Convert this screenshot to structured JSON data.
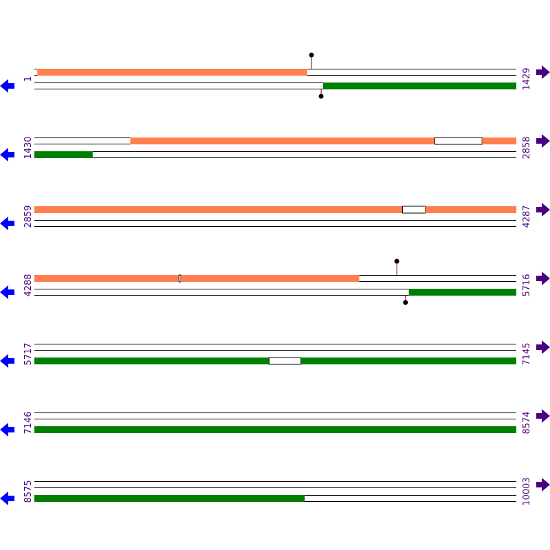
{
  "colors": {
    "forward": "#ff7f50",
    "reverse": "#008000",
    "coord_text": "#4b0082",
    "right_arrow": "#4b0082",
    "left_arrow": "#0000ff",
    "line": "#000000",
    "stem": "#8b0000",
    "marker": "#000000"
  },
  "icons": {
    "left": "arrow-left-icon",
    "right": "arrow-right-icon"
  },
  "rows": [
    {
      "start": "1",
      "end": "1429",
      "forward": [
        [
          0,
          0.006,
          "line"
        ],
        [
          0.006,
          0.566,
          "fill"
        ],
        [
          0.566,
          1,
          "line"
        ]
      ],
      "reverse": [
        [
          0,
          0.599,
          "line"
        ],
        [
          0.599,
          1,
          "fill"
        ]
      ],
      "markers": [
        {
          "strand": "forward",
          "pos": 0.575
        },
        {
          "strand": "reverse",
          "pos": 0.595
        }
      ]
    },
    {
      "start": "1430",
      "end": "2858",
      "forward": [
        [
          0,
          0.199,
          "line"
        ],
        [
          0.199,
          0.831,
          "fill"
        ],
        [
          0.831,
          0.929,
          "box"
        ],
        [
          0.929,
          1,
          "fill"
        ]
      ],
      "reverse": [
        [
          0,
          0.121,
          "fill"
        ],
        [
          0.121,
          1,
          "line"
        ]
      ],
      "markers": []
    },
    {
      "start": "2859",
      "end": "4287",
      "forward": [
        [
          0,
          0.764,
          "fill"
        ],
        [
          0.764,
          0.811,
          "box"
        ],
        [
          0.811,
          1,
          "fill"
        ]
      ],
      "reverse": [
        [
          0,
          1,
          "line"
        ]
      ],
      "markers": []
    },
    {
      "start": "4288",
      "end": "5716",
      "forward": [
        [
          0,
          0.3,
          "fill"
        ],
        [
          0.3,
          0.304,
          "box"
        ],
        [
          0.304,
          0.674,
          "fill"
        ],
        [
          0.674,
          1,
          "line"
        ]
      ],
      "reverse": [
        [
          0,
          0.777,
          "line"
        ],
        [
          0.777,
          1,
          "fill"
        ]
      ],
      "markers": [
        {
          "strand": "forward",
          "pos": 0.752
        },
        {
          "strand": "reverse",
          "pos": 0.77
        }
      ]
    },
    {
      "start": "5717",
      "end": "7145",
      "forward": [
        [
          0,
          1,
          "line"
        ]
      ],
      "reverse": [
        [
          0,
          0.487,
          "fill"
        ],
        [
          0.487,
          0.553,
          "box"
        ],
        [
          0.553,
          1,
          "fill"
        ]
      ],
      "markers": []
    },
    {
      "start": "7146",
      "end": "8574",
      "forward": [
        [
          0,
          1,
          "line"
        ]
      ],
      "reverse": [
        [
          0,
          1,
          "fill"
        ]
      ],
      "markers": []
    },
    {
      "start": "8575",
      "end": "10003",
      "forward": [
        [
          0,
          1,
          "line"
        ]
      ],
      "reverse": [
        [
          0,
          0.561,
          "fill"
        ],
        [
          0.561,
          1,
          "line"
        ]
      ],
      "markers": []
    }
  ]
}
